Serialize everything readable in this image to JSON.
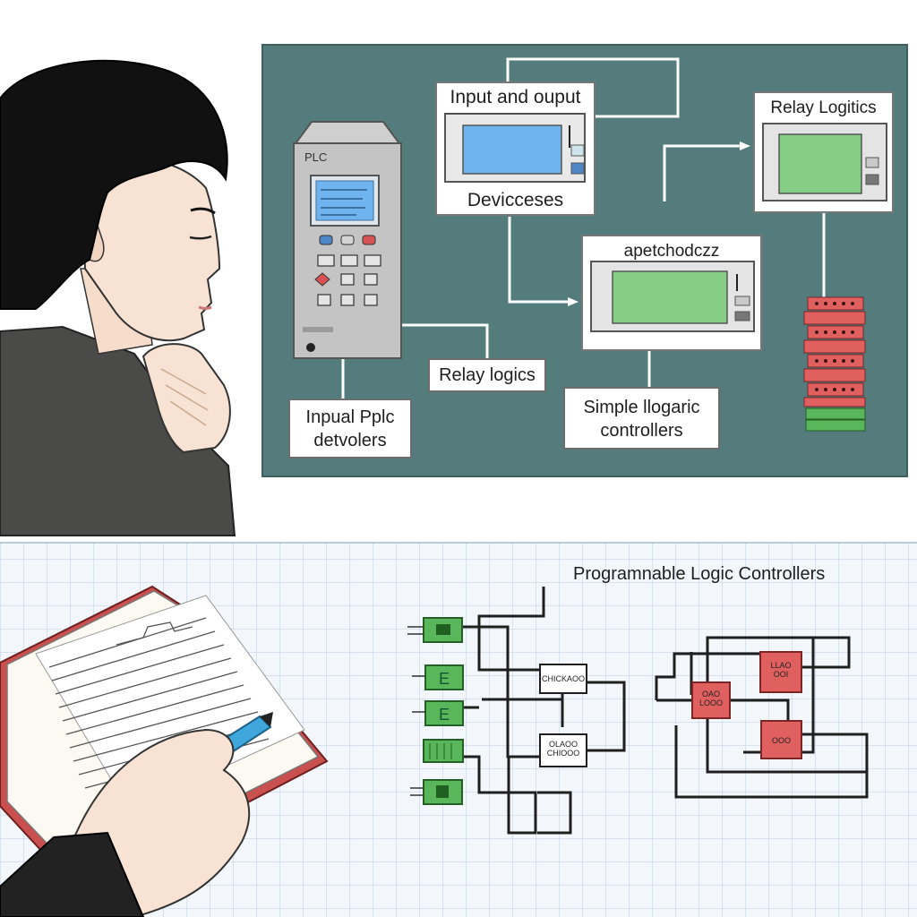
{
  "diagram": {
    "plc_label": "PLC",
    "io_box_title": "Input and ouput",
    "io_box_caption": "Devicceses",
    "relay_box_title": "Relay Logitics",
    "center_box_title": "apetchodczz",
    "label_input": [
      "Inpual Pplc",
      "detvolers"
    ],
    "label_relay": "Relay logics",
    "label_simple": [
      "Simple llogaric",
      "controllers"
    ]
  },
  "notebook": {
    "title": "Programnable Logic Controllers",
    "chip_a": "CHICKAOO",
    "chip_b": [
      "OLAOO",
      "CHIOOO"
    ],
    "red_a": [
      "LLAO",
      "OOI"
    ],
    "red_b": [
      "OAO",
      "LOOO"
    ],
    "red_c": "OOO"
  },
  "colors": {
    "board": "#547c7c",
    "screen_blue": "#6fb4ee",
    "screen_green": "#86ce86",
    "relay_red": "#e06060",
    "relay_green": "#5ab65a",
    "pen": "#3fa7dc",
    "book_cover": "#c9504f"
  }
}
